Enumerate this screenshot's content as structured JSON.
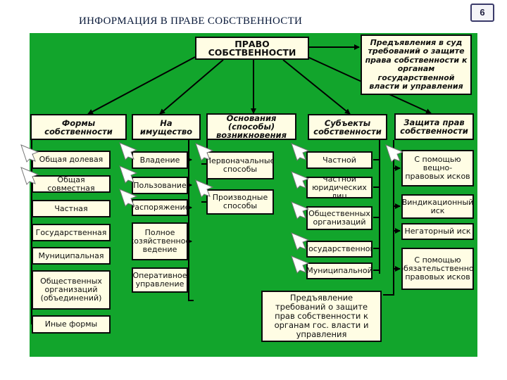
{
  "title": "ИНФОРМАЦИЯ В ПРАВЕ СОБСТВЕННОСТИ",
  "page_number": "6",
  "diagram": {
    "root": "ПРАВО СОБСТВЕННОСТИ",
    "root_note": "Предъявления в суд требований о защите права собственности к органам государственной власти и управления",
    "categories": {
      "forms": "Формы собственности",
      "property": "На имущество",
      "grounds": "Основания (способы) возникновения",
      "subjects": "Субъекты собственности",
      "protection": "Защита прав собственности"
    },
    "forms_items": [
      "Общая долевая",
      "Общая совместная",
      "Частная",
      "Государственная",
      "Муниципальная",
      "Общественных организаций (объединений)",
      "Иные формы"
    ],
    "property_items": [
      "Владение",
      "Пользование",
      "Распоряжение",
      "Полное хозяйственное ведение",
      "Оперативное управление"
    ],
    "grounds_items": [
      "Первоначальные способы",
      "Производные способы"
    ],
    "subjects_items": [
      "Частной",
      "Частной юридических лиц",
      "Общественных организаций",
      "Государственной",
      "Муниципальной"
    ],
    "protection_items": [
      "С помощью вещно-правовых исков",
      "Виндикационный иск",
      "Негаторный иск",
      "С помощью обязательственно-правовых исков"
    ],
    "bottom_note": "Предъявление требований о защите прав собственности к органам гос. власти и управления"
  }
}
